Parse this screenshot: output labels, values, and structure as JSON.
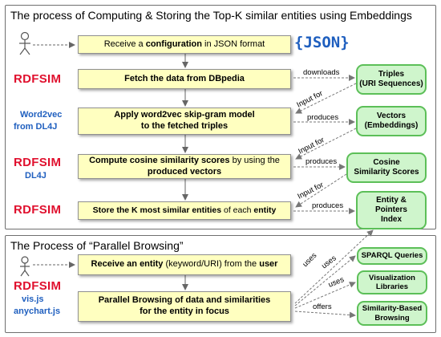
{
  "top_panel": {
    "title": "The process of Computing & Storing the Top-K similar entities using Embeddings"
  },
  "bottom_panel": {
    "title": "The Process of “Parallel Browsing”"
  },
  "json_logo": "{JSON}",
  "steps": {
    "receive_config": {
      "pre": "Receive a ",
      "key": "configuration",
      "post": " in JSON format"
    },
    "fetch": {
      "pre": "Fetch the data from ",
      "key": "DBpedia"
    },
    "apply": {
      "line1": "Apply word2vec skip-gram model",
      "line2": "to the fetched triples"
    },
    "compute": {
      "pre": "Compute cosine similarity scores",
      "mid": " by using the",
      "line2": "produced vectors"
    },
    "store": {
      "pre": "Store the ",
      "k1": "K most similar entities",
      "mid": " of each ",
      "k2": "entity"
    },
    "receive_entity": {
      "pre": "Receive an ",
      "key": "entity",
      "mid": " (keyword/URI)  from the ",
      "k2": "user"
    },
    "parallel": {
      "line1": "Parallel Browsing of data and similarities",
      "line2": "for the entity in focus"
    }
  },
  "tools": {
    "rdfsim_1": "RDFSIM",
    "w2v_line1": "Word2vec",
    "w2v_line2": "from DL4J",
    "rdfsim_2": "RDFSIM",
    "dl4j": "DL4J",
    "rdfsim_3": "RDFSIM",
    "rdfsim_4": "RDFSIM",
    "visjs": "vis.js",
    "anychart": "anychart.js"
  },
  "outputs": {
    "triples": {
      "line1": "Triples",
      "line2": "(URI Sequences)"
    },
    "vectors": {
      "line1": "Vectors",
      "line2": "(Embeddings)"
    },
    "cosine": {
      "line1": "Cosine",
      "line2": "Similarity Scores"
    },
    "index": {
      "line1": "Entity &",
      "line2": "Pointers",
      "line3": "Index"
    },
    "sparql": "SPARQL Queries",
    "vis_libs": {
      "line1": "Visualization",
      "line2": "Libraries"
    },
    "sim_browse": {
      "line1": "Similarity-Based",
      "line2": "Browsing"
    }
  },
  "edge_labels": {
    "downloads": "downloads",
    "input_for_1": "Input for",
    "produces_1": "produces",
    "input_for_2": "Input for",
    "produces_2": "produces",
    "input_for_3": "Input for",
    "produces_3": "produces",
    "uses_1": "uses",
    "uses_2": "uses",
    "uses_3": "uses",
    "offers": "offers"
  },
  "colors": {
    "step_fill": "#ffffc0",
    "output_fill": "#cff5cc",
    "output_border": "#5cbf58",
    "rdfsim_red": "#e0102e",
    "tool_blue": "#1f5fbf"
  }
}
